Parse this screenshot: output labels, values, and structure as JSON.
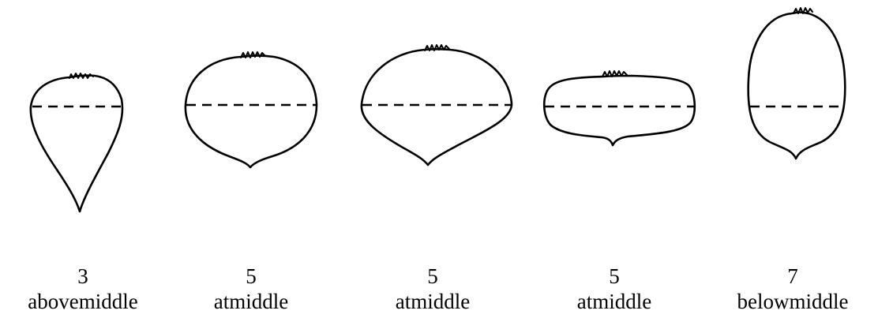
{
  "shapes": [
    {
      "name": "fruit-obovate",
      "number": "3",
      "position": "abovemiddle"
    },
    {
      "name": "fruit-round",
      "number": "5",
      "position": "atmiddle"
    },
    {
      "name": "fruit-rhombic",
      "number": "5",
      "position": "atmiddle"
    },
    {
      "name": "fruit-flattened",
      "number": "5",
      "position": "atmiddle"
    },
    {
      "name": "fruit-ovoid",
      "number": "7",
      "position": "belowmiddle"
    }
  ]
}
